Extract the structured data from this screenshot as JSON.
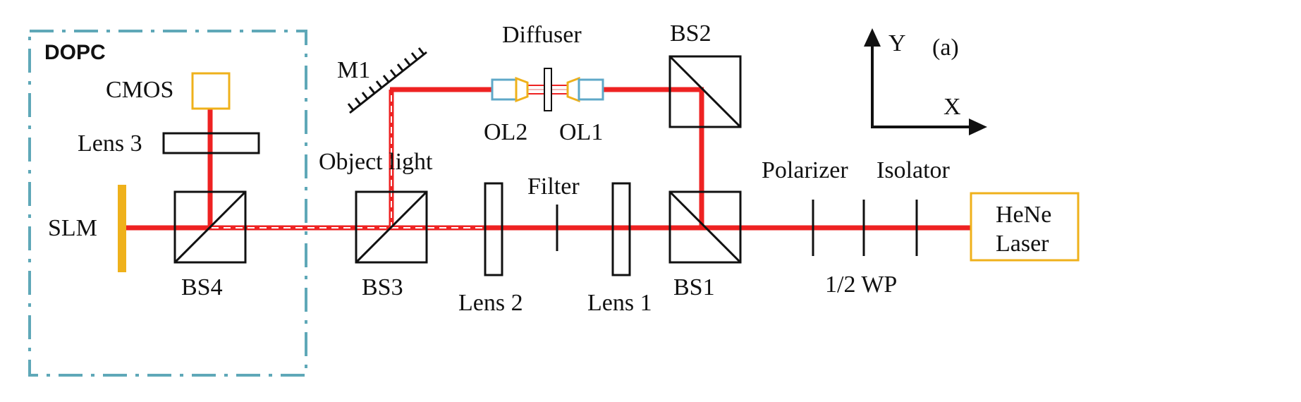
{
  "colors": {
    "beam": "#ee2222",
    "dopc_border": "#5fa8b8",
    "dopc_text": "#b5161b",
    "component": "#111111",
    "yellow": "#efb11b",
    "blue": "#5fa8c8",
    "object_light": "#f0b8b8"
  },
  "labels": {
    "dopc": "DOPC",
    "cmos": "CMOS",
    "lens3": "Lens 3",
    "slm": "SLM",
    "bs4": "BS4",
    "m1": "M1",
    "object_light": "Object light",
    "bs3": "BS3",
    "lens2": "Lens 2",
    "filter": "Filter",
    "lens1": "Lens 1",
    "diffuser": "Diffuser",
    "ol2": "OL2",
    "ol1": "OL1",
    "bs2": "BS2",
    "bs1": "BS1",
    "polarizer": "Polarizer",
    "isolator": "Isolator",
    "half_wp": "1/2 WP",
    "laser_line1": "HeNe",
    "laser_line2": "Laser",
    "axis_y": "Y",
    "axis_x": "X",
    "panel": "(a)"
  }
}
